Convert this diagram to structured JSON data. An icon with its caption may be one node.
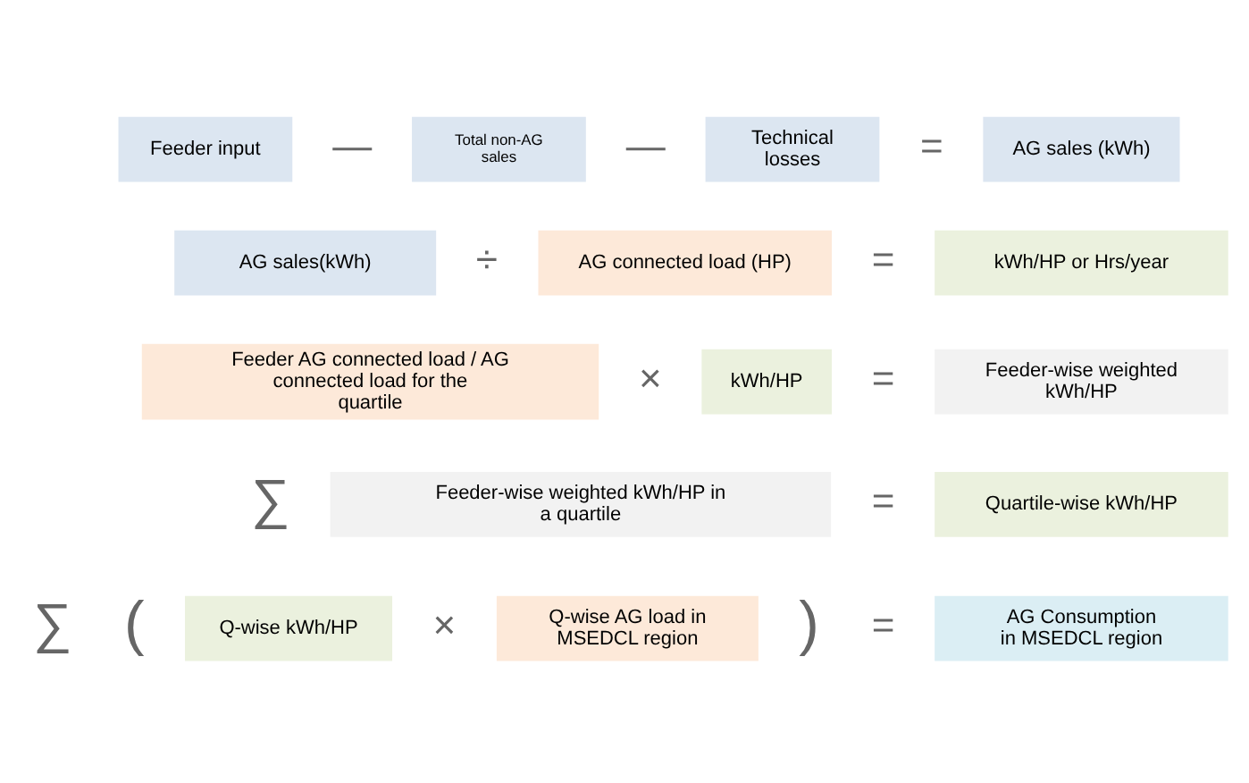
{
  "diagram": {
    "nodes": [
      {
        "text": [
          "Feeder input"
        ]
      },
      {
        "text": [
          "Total non-AG sales"
        ]
      },
      {
        "text": [
          "Technical losses"
        ]
      },
      {
        "text": [
          "AG sales (kWh)"
        ]
      },
      {
        "text": [
          "AG sales(kWh)"
        ]
      },
      {
        "text": [
          "AG connected load (HP)"
        ]
      },
      {
        "text": [
          "kWh/HP or Hrs/year"
        ]
      },
      {
        "text": [
          "Feeder AG connected load / AG connected load for the quartile"
        ]
      },
      {
        "text": [
          "kWh/HP"
        ]
      },
      {
        "text": [
          "Feeder-wise weighted kWh/HP"
        ]
      },
      {
        "text": [
          "Feeder-wise weighted kWh/HP in a quartile"
        ]
      },
      {
        "text": [
          "Quartile-wise kWh/HP"
        ]
      },
      {
        "text": [
          "Q-wise kWh/HP"
        ]
      },
      {
        "text": [
          "Q-wise AG load in MSEDCL region"
        ]
      },
      {
        "text": [
          "AG Consumption in MSEDCL region"
        ]
      }
    ],
    "labels": [
      "—",
      "—",
      "=",
      "÷",
      "=",
      "×",
      "=",
      "∑",
      "=",
      "∑",
      "(",
      "×",
      ")",
      "="
    ]
  }
}
